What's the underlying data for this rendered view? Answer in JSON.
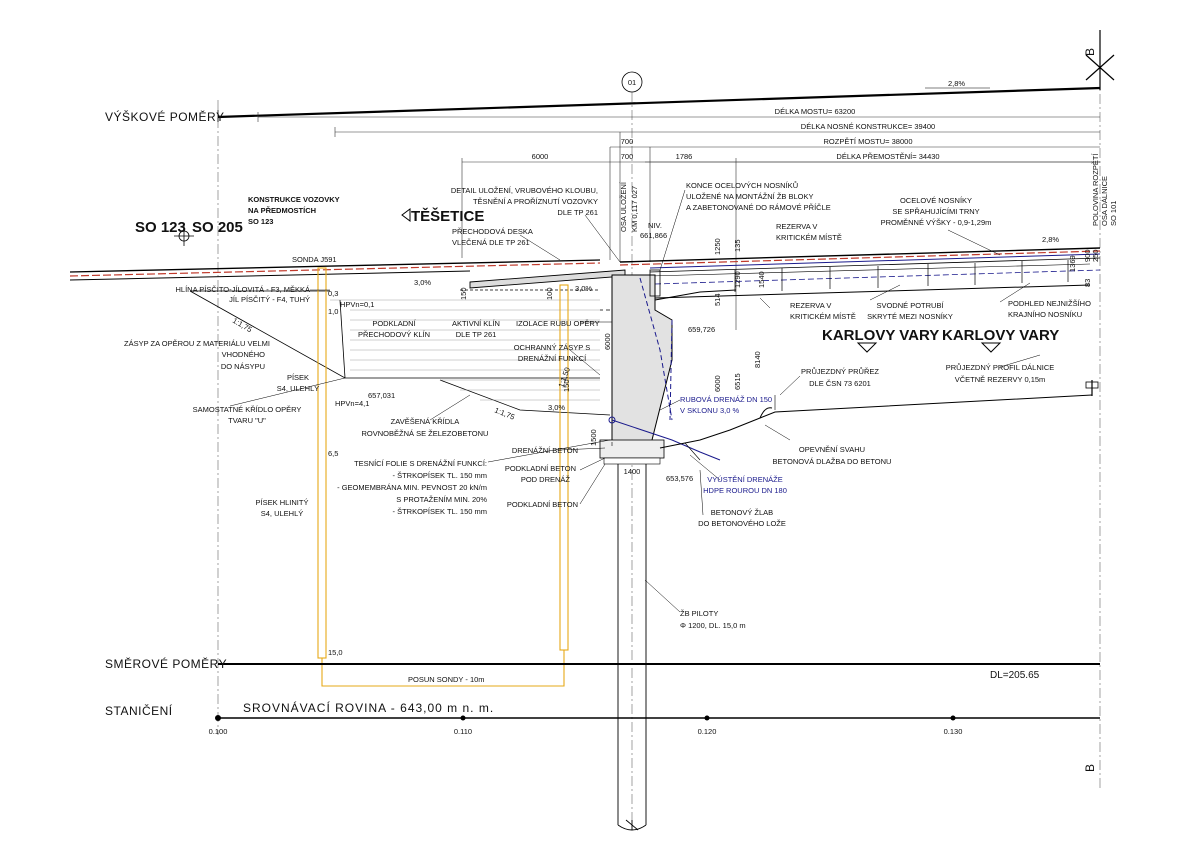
{
  "rows": {
    "vyskove": "VÝŠKOVÉ POMĚRY",
    "smerove": "SMĚROVÉ POMĚRY",
    "staniceni": "STANIČENÍ"
  },
  "dimensions": {
    "delka_mostu": "DÉLKA MOSTU= 63200",
    "delka_nosne": "DÉLKA NOSNÉ KONSTRUKCE= 39400",
    "rozpeti": "ROZPĚTÍ MOSTU= 38000",
    "delka_premosteni": "DÉLKA PŘEMOSTĚNÍ= 34430",
    "d6000": "6000",
    "d700a": "700",
    "d700b": "700",
    "d1786": "1786",
    "d1400": "1400",
    "v1250": "1250",
    "v135": "135",
    "v1290": "1290",
    "v514": "514",
    "v1540": "1540",
    "v8140": "8140",
    "v6000a": "6000",
    "v6515": "6515",
    "v900": "900",
    "v250": "250",
    "v1369": "1369",
    "v83": "83",
    "v1500": "1500",
    "v150a": "150",
    "v100": "100",
    "v6000b": "6000",
    "v150b": "150"
  },
  "slopes": {
    "s28top": "2,8%",
    "s28deck": "2,8%",
    "s30a": "3,0%",
    "s30b": "3,0%",
    "s30c": "3,0%",
    "r1175a": "1:1,75",
    "r1175b": "1:1,75",
    "r150": "1:1,50"
  },
  "section": {
    "marker_top": "B",
    "marker_bottom": "B",
    "axis": "01",
    "so123": "SO 123",
    "so205": "SO 205",
    "tesetice": "TĚŠETICE",
    "karlovy_vary_1": "KARLOVY VARY",
    "karlovy_vary_2": "KARLOVY VARY",
    "osa_ulozeni": "OSA ULOŽENÍ",
    "km": "KM 0,117 027",
    "polovina": "POLOVINA ROZPĚTÍ",
    "osa_dalnice": "OSA DÁLNICE",
    "so101": "SO 101"
  },
  "elevations": {
    "niv": "NIV.",
    "niv_val": "661,866",
    "e659": "659,726",
    "e657": "657,031",
    "e653": "653,576",
    "hpv01": "HPVn=0,1",
    "hpv41": "HPVn=4,1"
  },
  "probe": {
    "sonda": "SONDA J591",
    "d03": "0,3",
    "d10": "1,0",
    "d65": "6,5",
    "d150": "15,0",
    "posun": "POSUN SONDY - 10m"
  },
  "labels": {
    "konstrukce": [
      "KONSTRUKCE VOZOVKY",
      "NA PŘEDMOSTÍCH",
      "SO 123"
    ],
    "detail": [
      "DETAIL ULOŽENÍ, VRUBOVÉHO KLOUBU,",
      "TĚSNĚNÍ A PROŘÍZNUTÍ VOZOVKY",
      "DLE TP 261"
    ],
    "konce": [
      "KONCE OCELOVÝCH NOSNÍKŮ",
      "ULOŽENÉ NA MONTÁŽNÍ ŽB BLOKY",
      "A ZABETONOVANÉ DO RÁMOVÉ PŘÍČLE"
    ],
    "ocelove": [
      "OCELOVÉ NOSNÍKY",
      "SE SPŘAHUJÍCÍMI TRNY",
      "PROMĚNNÉ VÝŠKY - 0,9-1,29m"
    ],
    "prechodova": [
      "PŘECHODOVÁ DESKA",
      "VLEČENÁ DLE TP 261"
    ],
    "rezerva_top": [
      "REZERVA V",
      "KRITICKÉM MÍSTĚ"
    ],
    "hlina": [
      "HLÍNA PÍSČITO-JÍLOVITÁ - F3, MĚKKÁ",
      "JÍL PÍSČITÝ - F4, TUHÝ"
    ],
    "zasyp": [
      "ZÁSYP ZA OPĚROU Z MATERIÁLU VELMI",
      "VHODNÉHO",
      "DO NÁSYPU"
    ],
    "podkladni_klin": [
      "PODKLADNÍ",
      "PŘECHODOVÝ KLÍN"
    ],
    "aktivny": [
      "AKTIVNÍ KLÍN",
      "DLE TP 261"
    ],
    "izolace": [
      "IZOLACE RUBU OPĚRY"
    ],
    "ochranny": [
      "OCHRANNÝ ZÁSYP S",
      "DRENÁŽNÍ FUNKCÍ"
    ],
    "rezerva_mid": [
      "REZERVA V",
      "KRITICKÉM MÍSTĚ"
    ],
    "svodne": [
      "SVODNÉ POTRUBÍ",
      "SKRYTÉ MEZI NOSNÍKY"
    ],
    "podhled": [
      "PODHLED NEJNIŽŠÍHO",
      "KRAJNÍHO NOSNÍKU"
    ],
    "pisek_s4": [
      "PÍSEK",
      "S4, ULEHLÝ"
    ],
    "samostatne": [
      "SAMOSTATNÉ KŘÍDLO OPĚRY",
      "TVARU \"U\""
    ],
    "zavesena": [
      "ZAVĚŠENÁ KŘÍDLA",
      "ROVNOBĚŽNÁ SE ŽELEZOBETONU"
    ],
    "tesnici": [
      "TESNÍCÍ FOLIE S DRENÁŽNÍ FUNKCÍ:",
      "- ŠTRKOPÍSEK TL. 150 mm",
      "- GEOMEMBRÁNA MIN. PEVNOST 20 kN/m",
      "S PROTAŽENÍM MIN. 20%",
      "- ŠTRKOPÍSEK TL. 150 mm"
    ],
    "drenazni_beton": [
      "DRENÁŽNÍ BETON"
    ],
    "podkladni_pod": [
      "PODKLADNÍ BETON",
      "POD DRENÁŽ"
    ],
    "podkladni_beton": [
      "PODKLADNÍ BETON"
    ],
    "rubova": [
      "RUBOVÁ DRENÁŽ DN 150",
      "V SKLONU 3,0 %"
    ],
    "vyusteni": [
      "VYÚSTĚNÍ DRENÁŽE",
      "HDPE ROUROU DN 180"
    ],
    "betonovy_zlab": [
      "BETONOVÝ ŽLAB",
      "DO BETONOVÉHO LOŽE"
    ],
    "opevneni": [
      "OPEVNĚNÍ SVAHU",
      "BETONOVÁ DLAŽBA DO BETONU"
    ],
    "prujezdny_prurez": [
      "PRŮJEZDNÝ PRŮŘEZ",
      "DLE ČSN 73 6201"
    ],
    "prujezdny_profil": [
      "PRŮJEZDNÝ PROFIL DÁLNICE",
      "VČETNĚ REZERVY 0,15m"
    ],
    "pisek_hlinity": [
      "PÍSEK HLINITÝ",
      "S4, ULEHLÝ"
    ],
    "zb_piloty": [
      "ŽB PILOTY",
      "Φ 1200, DL. 15,0 m"
    ]
  },
  "bottom": {
    "dl": "DL=205.65",
    "srovnavaci": "SROVNÁVACÍ ROVINA - 643,00 m n. m.",
    "st0": "0.100",
    "st1": "0.110",
    "st2": "0.120",
    "st3": "0.130"
  }
}
